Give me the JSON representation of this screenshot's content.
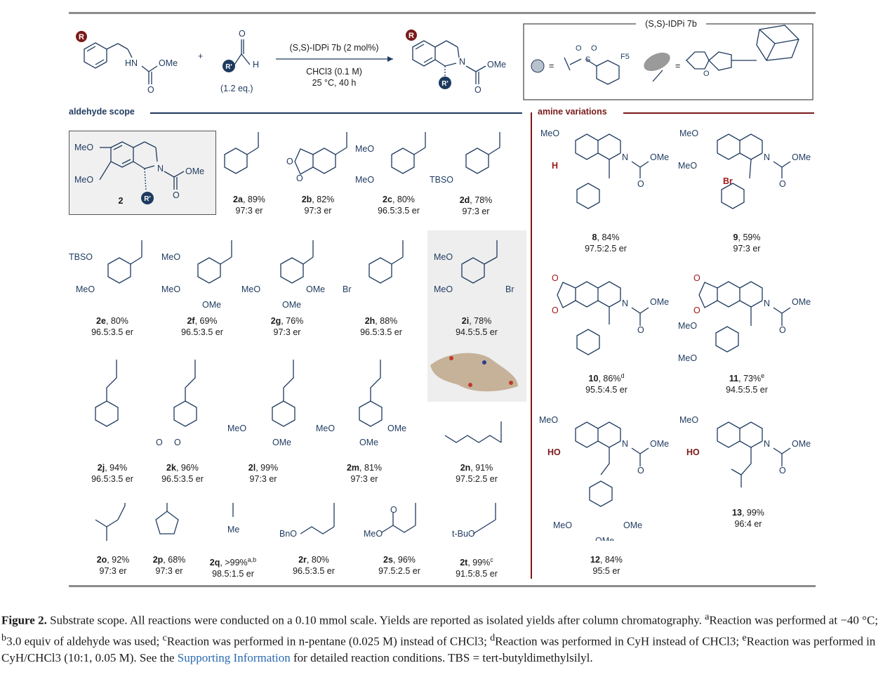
{
  "header": {
    "reagent_box_title": "(S,S)-IDPi 7b",
    "catalyst_line": "(S,S)-IDPi 7b (2 mol%)",
    "solvent_line": "CHCl3 (0.1 M)",
    "conditions_line": "25 °C, 40 h",
    "aldehyde_eq": "(1.2 eq.)",
    "ome": "OMe",
    "hn": "HN",
    "plus": "+",
    "equals": "=",
    "f5": "F5",
    "r": "R",
    "rprime": "R'"
  },
  "sections": {
    "left": "aldehyde scope",
    "right": "amine variations"
  },
  "left_core": {
    "label": "2",
    "meo1": "MeO",
    "meo2": "MeO",
    "ome": "OMe"
  },
  "aldehyde_entries": [
    {
      "id": "2a",
      "yield": "89%",
      "er": "97:3 er"
    },
    {
      "id": "2b",
      "yield": "82%",
      "er": "97:3 er"
    },
    {
      "id": "2c",
      "yield": "80%",
      "er": "96.5:3.5 er"
    },
    {
      "id": "2d",
      "yield": "78%",
      "er": "97:3 er"
    },
    {
      "id": "2e",
      "yield": "80%",
      "er": "96.5:3.5 er"
    },
    {
      "id": "2f",
      "yield": "69%",
      "er": "96.5:3.5 er"
    },
    {
      "id": "2g",
      "yield": "76%",
      "er": "97:3 er"
    },
    {
      "id": "2h",
      "yield": "88%",
      "er": "96.5:3.5 er"
    },
    {
      "id": "2i",
      "yield": "78%",
      "er": "94.5:5.5 er"
    },
    {
      "id": "2j",
      "yield": "94%",
      "er": "96.5:3.5 er"
    },
    {
      "id": "2k",
      "yield": "96%",
      "er": "96.5:3.5 er"
    },
    {
      "id": "2l",
      "yield": "99%",
      "er": "97:3 er"
    },
    {
      "id": "2m",
      "yield": "81%",
      "er": "97:3 er"
    },
    {
      "id": "2n",
      "yield": "91%",
      "er": "97.5:2.5 er"
    },
    {
      "id": "2o",
      "yield": "92%",
      "er": "97:3 er"
    },
    {
      "id": "2p",
      "yield": "68%",
      "er": "97:3 er"
    },
    {
      "id": "2q",
      "yield": ">99%",
      "sup": "a,b",
      "er": "98.5:1.5 er"
    },
    {
      "id": "2r",
      "yield": "80%",
      "er": "96.5:3.5 er"
    },
    {
      "id": "2s",
      "yield": "96%",
      "er": "97.5:2.5 er"
    },
    {
      "id": "2t",
      "yield": "99%",
      "sup": "c",
      "er": "91.5:8.5 er"
    }
  ],
  "amine_entries": [
    {
      "id": "8",
      "yield": "84%",
      "er": "97.5:2.5 er"
    },
    {
      "id": "9",
      "yield": "59%",
      "er": "97:3 er"
    },
    {
      "id": "10",
      "yield": "86%",
      "sup": "d",
      "er": "95.5:4.5 er"
    },
    {
      "id": "11",
      "yield": "73%",
      "sup": "e",
      "er": "94.5:5.5 er"
    },
    {
      "id": "12",
      "yield": "84%",
      "er": "95:5 er"
    },
    {
      "id": "13",
      "yield": "99%",
      "er": "96:4 er"
    }
  ],
  "substituent_text": {
    "meo": "MeO",
    "ome": "OMe",
    "tbso": "TBSO",
    "br": "Br",
    "me": "Me",
    "bno": "BnO",
    "tbuo": "t-BuO",
    "h": "H",
    "ho": "HO"
  },
  "caption": {
    "figure": "Figure 2.",
    "text1": " Substrate scope. All reactions were conducted on a 0.10 mmol scale. Yields are reported as isolated yields after column chromatography. ",
    "fa": "Reaction was performed at −40 °C; ",
    "fb": "3.0 equiv of aldehyde was used; ",
    "fc": "Reaction was performed in n-pentane (0.025 M) instead of CHCl3; ",
    "fd": "Reaction was performed in CyH instead of CHCl3; ",
    "fe": "Reaction was performed in CyH/CHCl3 (10:1, 0.05 M). See the ",
    "link": "Supporting Information",
    "tail": " for detailed reaction conditions. TBS = tert-butyldimethylsilyl."
  }
}
